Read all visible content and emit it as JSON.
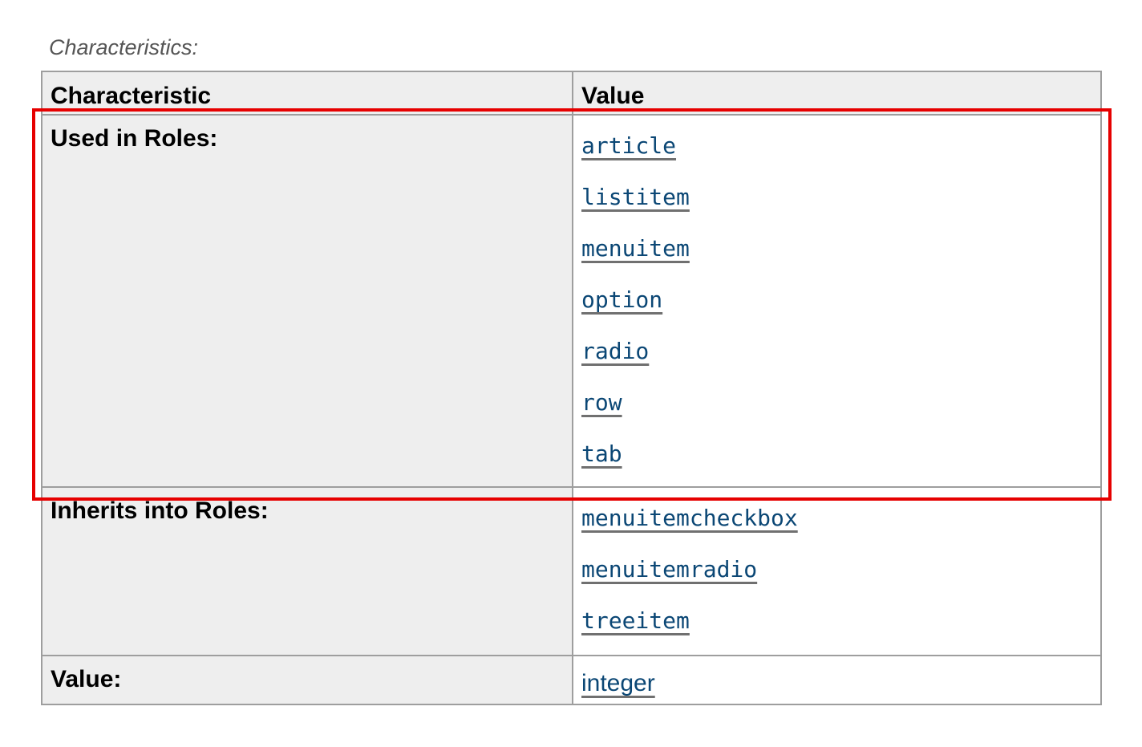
{
  "caption": "Characteristics:",
  "table": {
    "headers": [
      "Characteristic",
      "Value"
    ],
    "rows": [
      {
        "label": "Used in Roles:",
        "values": [
          "article",
          "listitem",
          "menuitem",
          "option",
          "radio",
          "row",
          "tab"
        ]
      },
      {
        "label": "Inherits into Roles:",
        "values": [
          "menuitemcheckbox",
          "menuitemradio",
          "treeitem"
        ]
      },
      {
        "label": "Value:",
        "values": [
          "integer"
        ]
      }
    ]
  },
  "highlight": {
    "color": "#e60000",
    "target": "Used in Roles row"
  },
  "colors": {
    "link": "#0b4775",
    "header_bg": "#eeeeee",
    "border": "#9e9e9e",
    "caption": "#555555"
  }
}
